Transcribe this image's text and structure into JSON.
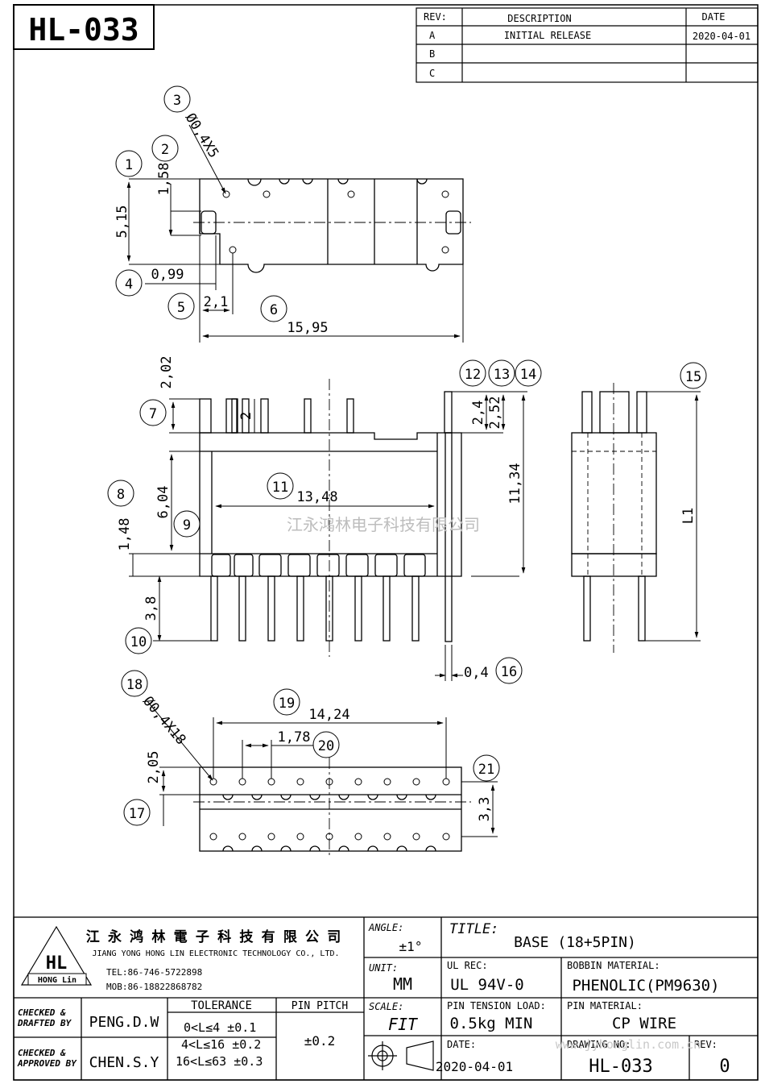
{
  "part_no": "HL-033",
  "revision_table": {
    "headers": {
      "rev": "REV:",
      "description": "DESCRIPTION",
      "date": "DATE"
    },
    "rows": [
      {
        "rev": "A",
        "description": "INITIAL RELEASE",
        "date": "2020-04-01"
      },
      {
        "rev": "B",
        "description": "",
        "date": ""
      },
      {
        "rev": "C",
        "description": "",
        "date": ""
      }
    ]
  },
  "callouts": [
    "1",
    "2",
    "3",
    "4",
    "5",
    "6",
    "7",
    "8",
    "9",
    "10",
    "11",
    "12",
    "13",
    "14",
    "15",
    "16",
    "17",
    "18",
    "19",
    "20",
    "21"
  ],
  "top_view": {
    "hole_spec": "Ø0,4X5",
    "dim_height": "5,15",
    "dim_slot": "1,58",
    "dim_edge": "0,99",
    "dim_pin": "2,1",
    "dim_length": "15,95"
  },
  "front_view": {
    "dim_pin_top": "2,02",
    "dim_pin_small": "2",
    "dim_body": "6,04",
    "dim_base": "1,48",
    "dim_width": "13,48",
    "dim_pin_bottom": "3,8",
    "dim_pin_thk": "0,4",
    "dim_r1": "2,4",
    "dim_r2": "2,52",
    "dim_total": "11,34"
  },
  "side_view": {
    "dim_len": "L1"
  },
  "bottom_view": {
    "hole_spec": "Ø0,4X18",
    "dim_length": "14,24",
    "dim_pitch": "1,78",
    "dim_edge": "2,05",
    "dim_row": "3,3"
  },
  "watermark": "江永鸿林电子科技有限公司",
  "title_block": {
    "company_cn": "江 永 鸿 林 電 子 科 技 有 限 公 司",
    "company_en": "JIANG YONG HONG LIN ELECTRONIC TECHNOLOGY CO., LTD.",
    "tel": "TEL:86-746-5722898",
    "mob": "MOB:86-18822868782",
    "logo_text": "HL",
    "logo_sub": "HONG Lin",
    "angle_label": "ANGLE:",
    "angle_value": "±1°",
    "unit_label": "UNIT:",
    "unit_value": "MM",
    "scale_label": "SCALE:",
    "scale_value": "FIT",
    "title_label": "TITLE:",
    "title_value": "BASE   (18+5PIN)",
    "ul_label": "UL REC:",
    "ul_value": "UL 94V-0",
    "bobbin_label": "BOBBIN MATERIAL:",
    "bobbin_value": "PHENOLIC(PM9630)",
    "tension_label": "PIN TENSION LOAD:",
    "tension_value": "0.5kg MIN",
    "pin_mat_label": "PIN MATERIAL:",
    "pin_mat_value": "CP    WIRE",
    "date_label": "DATE:",
    "date_value": "2020-04-01",
    "drawing_label": "DRAWING NO:",
    "drawing_value": "HL-033",
    "rev_label": "REV:",
    "rev_value": "0",
    "checked_drafted": "CHECKED &\nDRAFTED BY",
    "drafted_name": "PENG.D.W",
    "checked_approved": "CHECKED &\nAPPROVED BY",
    "approved_name": "CHEN.S.Y",
    "tolerance_label": "TOLERANCE",
    "tolerances": [
      "0<L≤4   ±0.1",
      "4<L≤16  ±0.2",
      "16<L≤63 ±0.3"
    ],
    "pin_pitch_label": "PIN PITCH",
    "pin_pitch_value": "±0.2",
    "web_watermark": "www.jyhonglin.com.cn"
  }
}
